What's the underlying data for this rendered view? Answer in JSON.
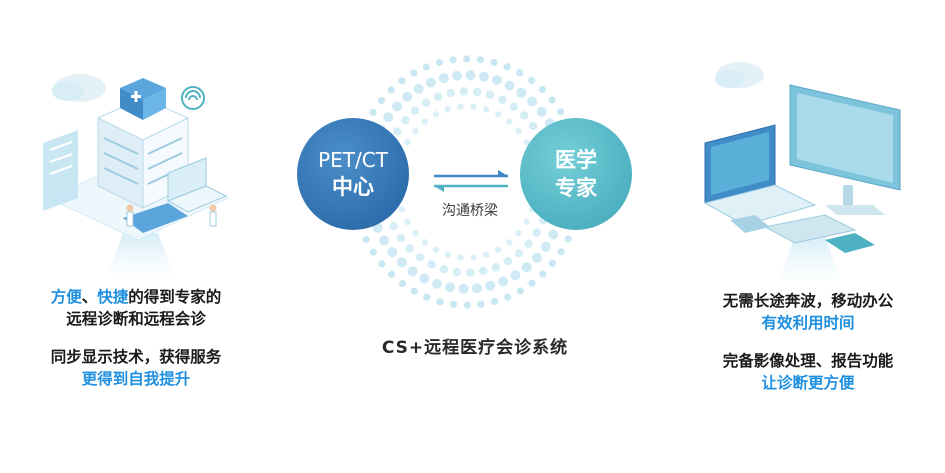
{
  "left": {
    "group1": {
      "line1_blue1": "方便",
      "line1_sep": "、",
      "line1_blue2": "快捷",
      "line1_rest": "的得到专家的",
      "line2": "远程诊断和远程会诊"
    },
    "group2": {
      "line1": "同步显示技术，获得服务",
      "line2": "更得到自我提升"
    }
  },
  "center": {
    "pet_line1": "PET/CT",
    "pet_line2": "中心",
    "expert_line1": "医学",
    "expert_line2": "专家",
    "bridge": "沟通桥梁",
    "system_title": "CS+远程医疗会诊系统"
  },
  "right": {
    "group1": {
      "line1": "无需长途奔波，移动办公",
      "line2": "有效利用时间"
    },
    "group2": {
      "line1": "完备影像处理、报告功能",
      "line2": "让诊断更方便"
    }
  },
  "colors": {
    "accent_blue": "#1f8fe0",
    "pet_circle": "#2f6fad",
    "expert_circle": "#4fb2c2",
    "dots": "#bfe3f0"
  }
}
